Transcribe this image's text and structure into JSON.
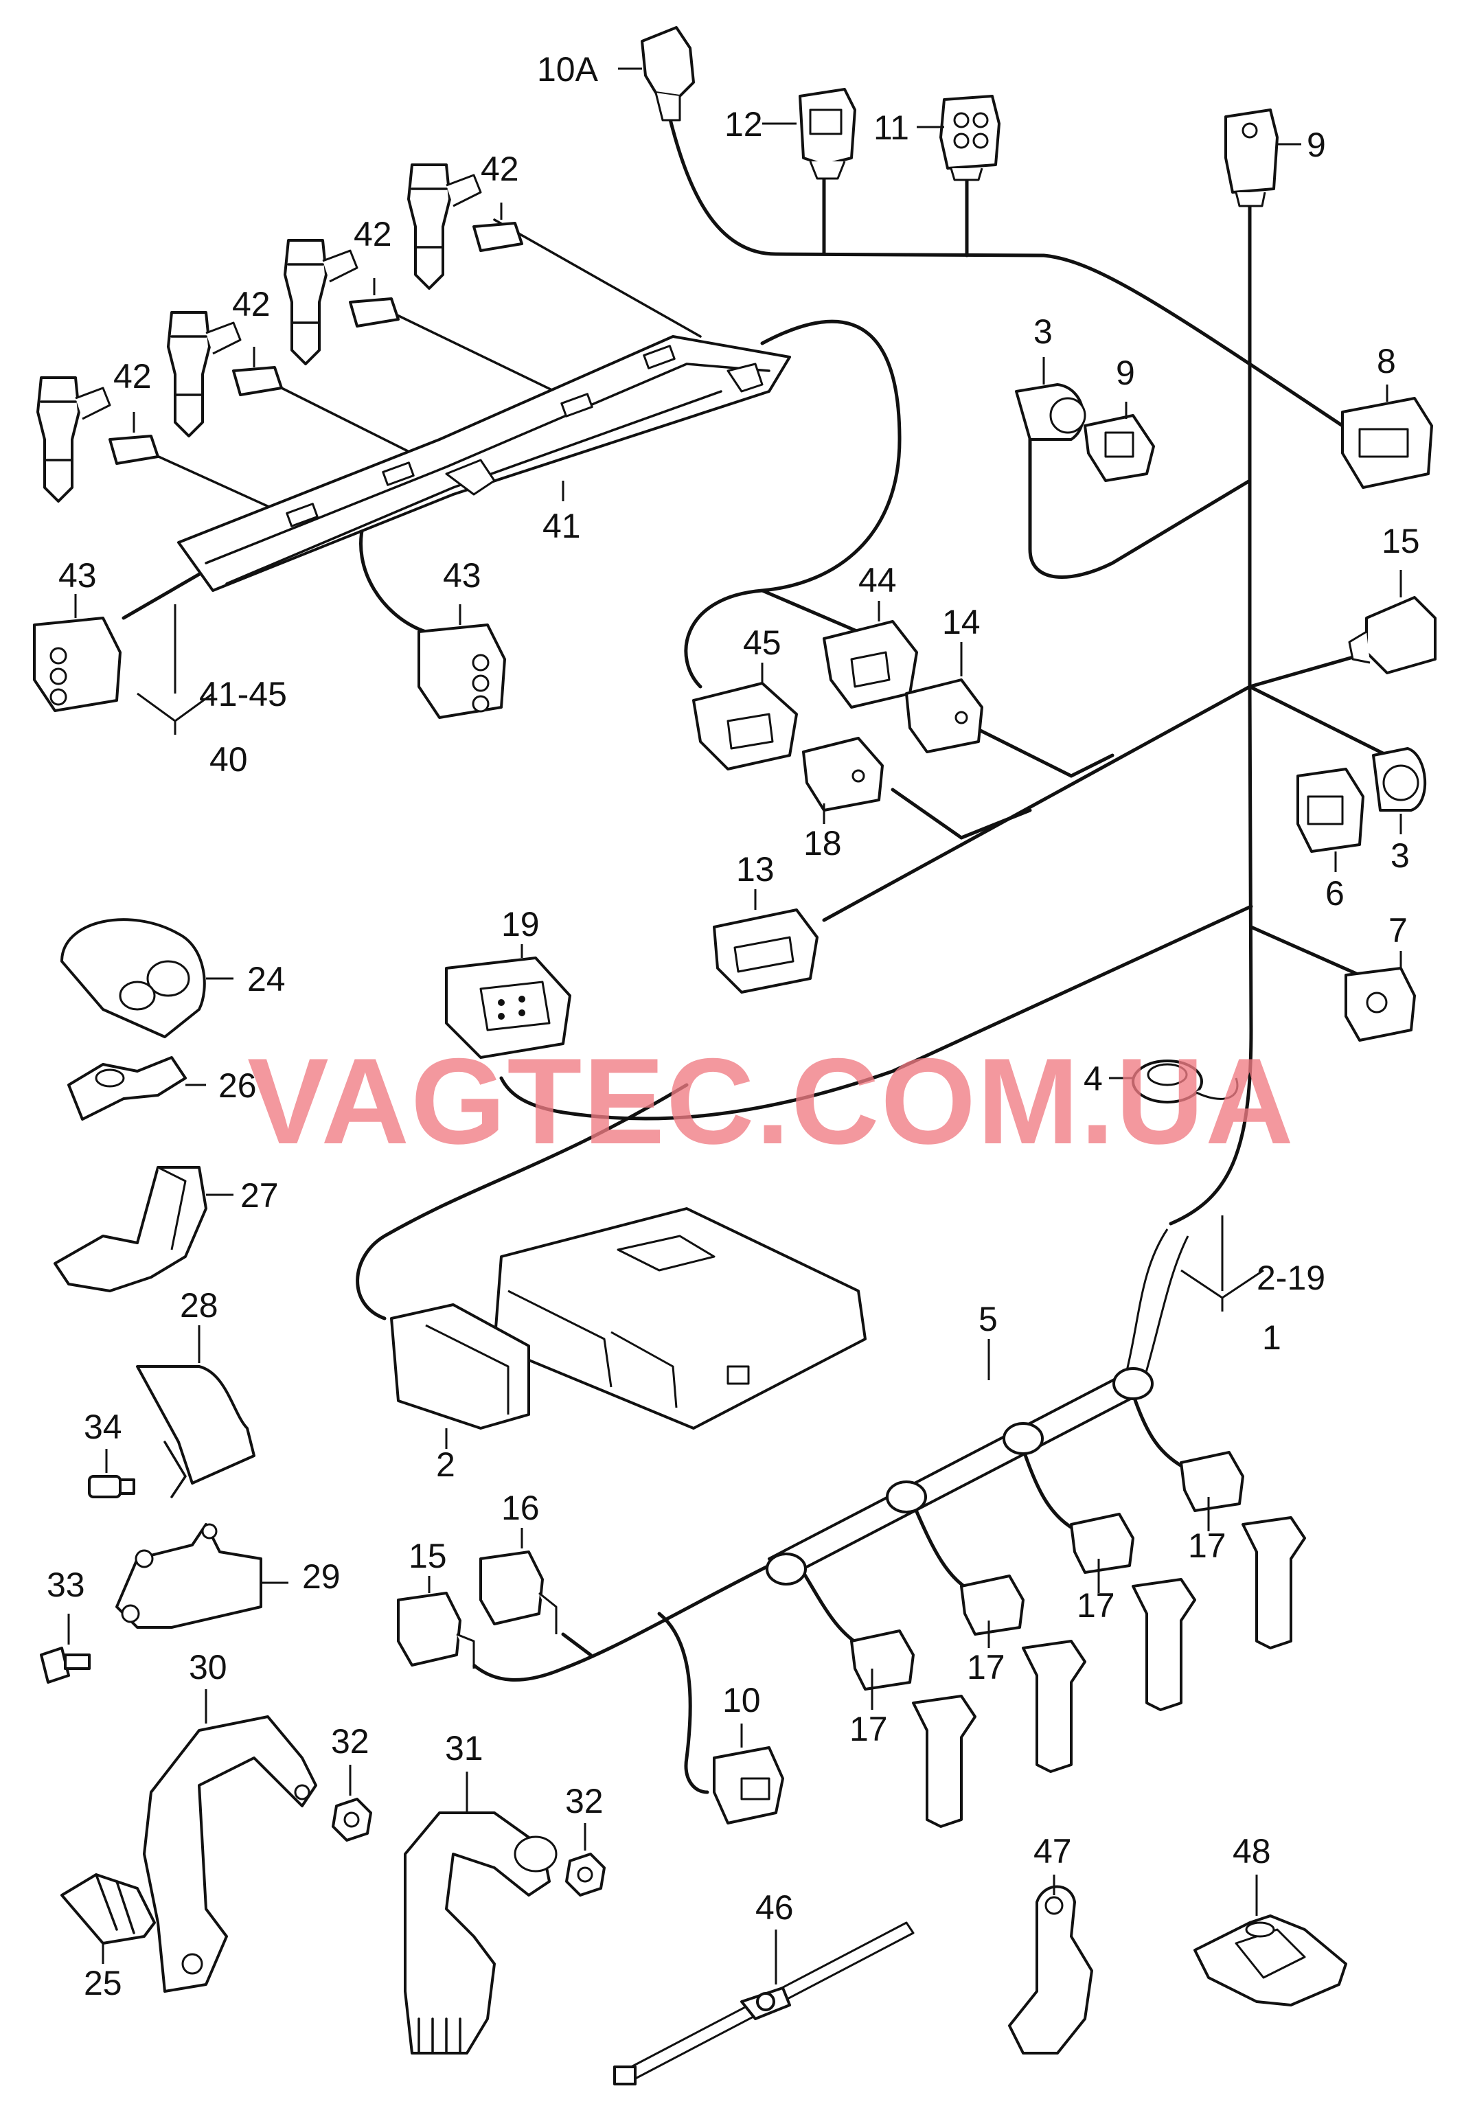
{
  "watermark": "VAGTEC.COM.UA",
  "labels": {
    "l10a": "10A",
    "l12": "12",
    "l11": "11",
    "l9a": "9",
    "l42a": "42",
    "l42b": "42",
    "l42c": "42",
    "l42d": "42",
    "l3a": "3",
    "l9b": "9",
    "l8": "8",
    "l41": "41",
    "l43a": "43",
    "l43b": "43",
    "l4145": "41-45",
    "l40": "40",
    "l15a": "15",
    "l44": "44",
    "l14": "14",
    "l45": "45",
    "l18": "18",
    "l3b": "3",
    "l6": "6",
    "l13": "13",
    "l7": "7",
    "l24": "24",
    "l19": "19",
    "l26": "26",
    "l4": "4",
    "l27": "27",
    "l219": "2-19",
    "l1": "1",
    "l28": "28",
    "l5": "5",
    "l2": "2",
    "l34": "34",
    "l16": "16",
    "l15b": "15",
    "l29": "29",
    "l33": "33",
    "l17a": "17",
    "l17b": "17",
    "l17c": "17",
    "l17d": "17",
    "l30": "30",
    "l10b": "10",
    "l32a": "32",
    "l31": "31",
    "l32b": "32",
    "l46": "46",
    "l47": "47",
    "l48": "48",
    "l25": "25"
  }
}
